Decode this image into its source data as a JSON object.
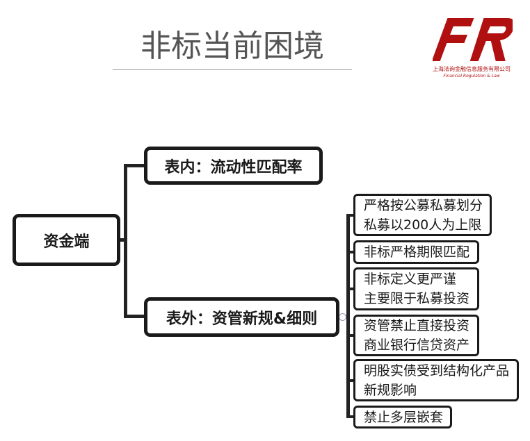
{
  "title": "非标当前困境",
  "logo": {
    "mark": "FR",
    "company_cn": "上海法询金融信息服务有限公司",
    "company_en": "Financial Regulation & Law",
    "color": "#b01010"
  },
  "root": "资金端",
  "branches": [
    {
      "label": "表内：流动性匹配率"
    },
    {
      "label": "表外：资管新规&细则",
      "children": [
        {
          "lines": [
            "严格按公募私募划分",
            "私募以200人为上限"
          ]
        },
        {
          "lines": [
            "非标严格期限匹配"
          ]
        },
        {
          "lines": [
            "非标定义更严谨",
            "主要限于私募投资"
          ]
        },
        {
          "lines": [
            "资管禁止直接投资",
            "商业银行信贷资产"
          ]
        },
        {
          "lines": [
            "明股实债受到结构化产品",
            "新规影响"
          ]
        },
        {
          "lines": [
            "禁止多层嵌套"
          ]
        }
      ]
    }
  ]
}
